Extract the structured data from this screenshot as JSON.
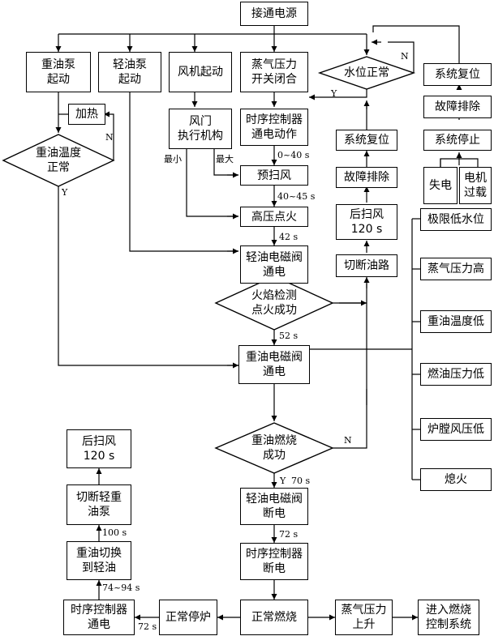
{
  "nodes": {
    "power_on": "接通电源",
    "heavy_pump": "重油泵\n起动",
    "light_pump": "轻油泵\n起动",
    "fan_start": "风机起动",
    "steam_switch": "蒸气压力\n开关闭合",
    "water_level_ok": "水位正常",
    "sys_reset_right": "系统复位",
    "heating": "加热",
    "damper_actuator": "风门\n执行机构",
    "timer_powered": "时序控制器\n通电动作",
    "fault_clear_right": "故障排除",
    "heavy_oil_temp_ok": "重油温度\n正常",
    "sys_reset_mid": "系统复位",
    "system_stop": "系统停止",
    "prepurge": "预扫风",
    "fault_clear_mid": "故障排除",
    "power_loss": "失电",
    "motor_overload": "电机\n过载",
    "hv_ignition": "高压点火",
    "postpurge_mid": "后扫风\n120 s",
    "light_valve_on": "轻油电磁阀\n通电",
    "cut_oil": "切断油路",
    "flame_detect": "火焰检测\n点火成功",
    "heavy_valve_on": "重油电磁阀\n通电",
    "heavy_burn_ok": "重油燃烧\n成功",
    "light_valve_off": "轻油电磁阀\n断电",
    "timer_off": "时序控制器\n断电",
    "normal_burn": "正常燃烧",
    "steam_rise": "蒸气压力\n上升",
    "enter_combustion_ctrl": "进入燃烧\n控制系统",
    "normal_shutdown": "正常停炉",
    "timer_powered_2": "时序控制器\n通电",
    "switch_to_light": "重油切换\n到轻油",
    "cut_pumps": "切断轻重\n油泵",
    "postpurge_left": "后扫风\n120 s"
  },
  "faults": [
    "极限低水位",
    "蒸气压力高",
    "重油温度低",
    "燃油压力低",
    "炉膛风压低",
    "熄火"
  ],
  "edge_labels": {
    "t_0_40": "0~40 s",
    "t_40_45": "40~45 s",
    "t_42": "42 s",
    "t_52": "52 s",
    "t_70": "70 s",
    "t_72_down": "72 s",
    "t_72_left": "72 s",
    "t_74_94": "74~94 s",
    "t_100": "100 s",
    "min": "最小",
    "max": "最大",
    "yes_temp": "Y",
    "no_temp": "N",
    "yes_water": "Y",
    "no_water": "N",
    "yes_burn": "Y",
    "no_burn": "N"
  }
}
